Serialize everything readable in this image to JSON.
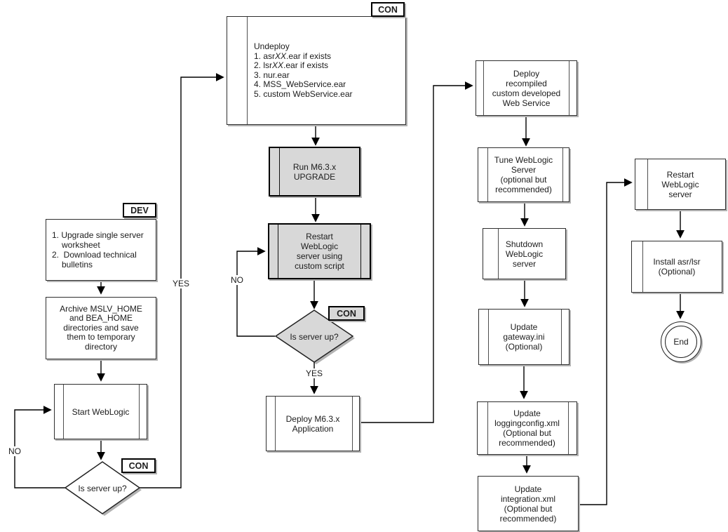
{
  "labels": {
    "con_top": "CON",
    "con_mid": "CON",
    "con_bottom": "CON",
    "dev": "DEV",
    "yes_main": "YES",
    "yes_mid": "YES",
    "no_main": "NO",
    "no_mid": "NO"
  },
  "nodes": {
    "undeploy": {
      "title": "Undeploy",
      "i1_pre": "1. asr",
      "i1_var": "XX",
      "i1_post": ".ear if exists",
      "i2_pre": "2. lsr",
      "i2_var": "XX",
      "i2_post": ".ear if exists",
      "i3": "3. nur.ear",
      "i4": "4. MSS_WebService.ear",
      "i5": "5. custom WebService.ear"
    },
    "run_upgrade": {
      "text": "Run M6.3.x\nUPGRADE"
    },
    "restart_custom": {
      "text": "Restart\nWebLogic\nserver using\ncustom script"
    },
    "is_server_up_mid": {
      "text": "Is server up?"
    },
    "deploy_app": {
      "text": "Deploy M6.3.x\nApplication"
    },
    "worksheet": {
      "item1": "1. Upgrade single server worksheet",
      "item2": "2.  Download technical bulletins"
    },
    "archive": {
      "text": "Archive MSLV_HOME\nand BEA_HOME\ndirectories and save\nthem to temporary\ndirectory"
    },
    "start_weblogic": {
      "text": "Start WebLogic"
    },
    "is_server_up_main": {
      "text": "Is server up?"
    },
    "deploy_recompiled": {
      "text": "Deploy\nrecompiled\ncustom developed\nWeb Service"
    },
    "tune": {
      "text": "Tune WebLogic\nServer\n(optional but\nrecommended)"
    },
    "shutdown": {
      "text": "Shutdown\nWebLogic\nserver"
    },
    "update_gateway": {
      "text": "Update\ngateway.ini\n(Optional)"
    },
    "update_logging": {
      "text": "Update\nloggingconfig.xml\n(Optional but\nrecommended)"
    },
    "update_integration": {
      "text": "Update\nintegration.xml\n(Optional but\nrecommended)"
    },
    "restart_weblogic": {
      "text": "Restart\nWebLogic\nserver"
    },
    "install_asr": {
      "text": "Install asr/lsr\n(Optional)"
    },
    "end": {
      "text": "End"
    }
  },
  "colors": {
    "shaded_fill": "#d8d8d8",
    "box_fill": "#ffffff",
    "line": "#000000"
  }
}
